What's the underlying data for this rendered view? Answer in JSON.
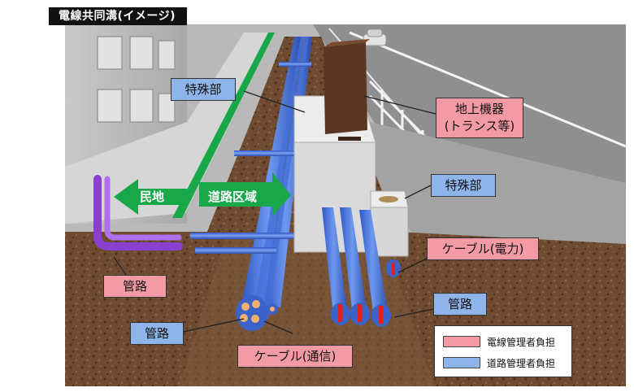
{
  "title": "電線共同溝(イメージ)",
  "callouts": {
    "special_top": "特殊部",
    "ground_equipment_line1": "地上機器",
    "ground_equipment_line2": "(トランス等)",
    "special_right": "特殊部",
    "cable_power": "ケーブル(電力)",
    "conduit_left": "管路",
    "conduit_bottom": "管路",
    "conduit_right": "管路",
    "cable_comm": "ケーブル(通信)"
  },
  "arrows": {
    "private_land": "民地",
    "road_area": "道路区域"
  },
  "legend": {
    "items": [
      {
        "label": "電線管理者負担",
        "color": "#f49aa4"
      },
      {
        "label": "道路管理者負担",
        "color": "#8fb4ea"
      }
    ]
  },
  "colors": {
    "pipe_blue": "#4a78e0",
    "pipe_purple": "#9a4ad8",
    "boundary_green": "#18a84a",
    "soil": "#6b4a30",
    "transformer": "#5a3520"
  }
}
